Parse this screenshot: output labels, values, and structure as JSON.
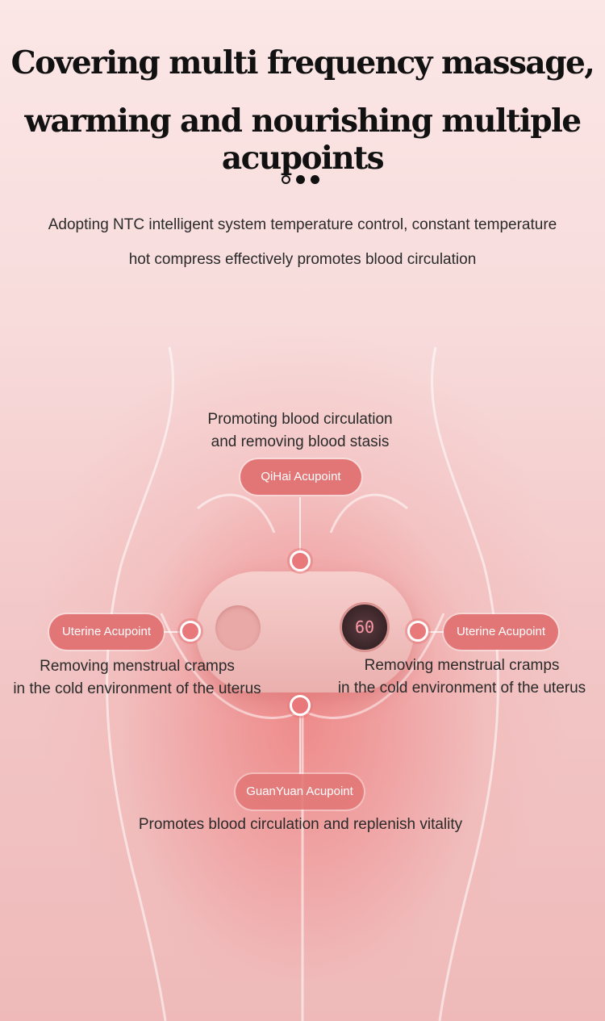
{
  "heading": {
    "line1": "Covering multi frequency massage,",
    "line2": "warming and nourishing multiple acupoints"
  },
  "subtitle": {
    "line1": "Adopting NTC intelligent system temperature control, constant temperature",
    "line2": "hot compress effectively promotes blood circulation"
  },
  "pagination": {
    "total": 3,
    "active_index": 0
  },
  "acupoints": {
    "qihai": {
      "label": "QiHai Acupoint",
      "desc1": "Promoting blood circulation",
      "desc2": "and removing blood stasis"
    },
    "uterine_left": {
      "label": "Uterine Acupoint",
      "desc1": "Removing menstrual cramps",
      "desc2": "in the cold environment of the uterus"
    },
    "uterine_right": {
      "label": "Uterine Acupoint",
      "desc1": "Removing menstrual cramps",
      "desc2": "in the cold environment of the uterus"
    },
    "guanyuan": {
      "label": "GuanYuan Acupoint",
      "desc1": "Promotes blood circulation and replenish vitality"
    }
  },
  "device": {
    "display_value": "60"
  },
  "colors": {
    "accent": "#e27575",
    "background": "#f7dcdc",
    "text": "#2a2a2a"
  }
}
